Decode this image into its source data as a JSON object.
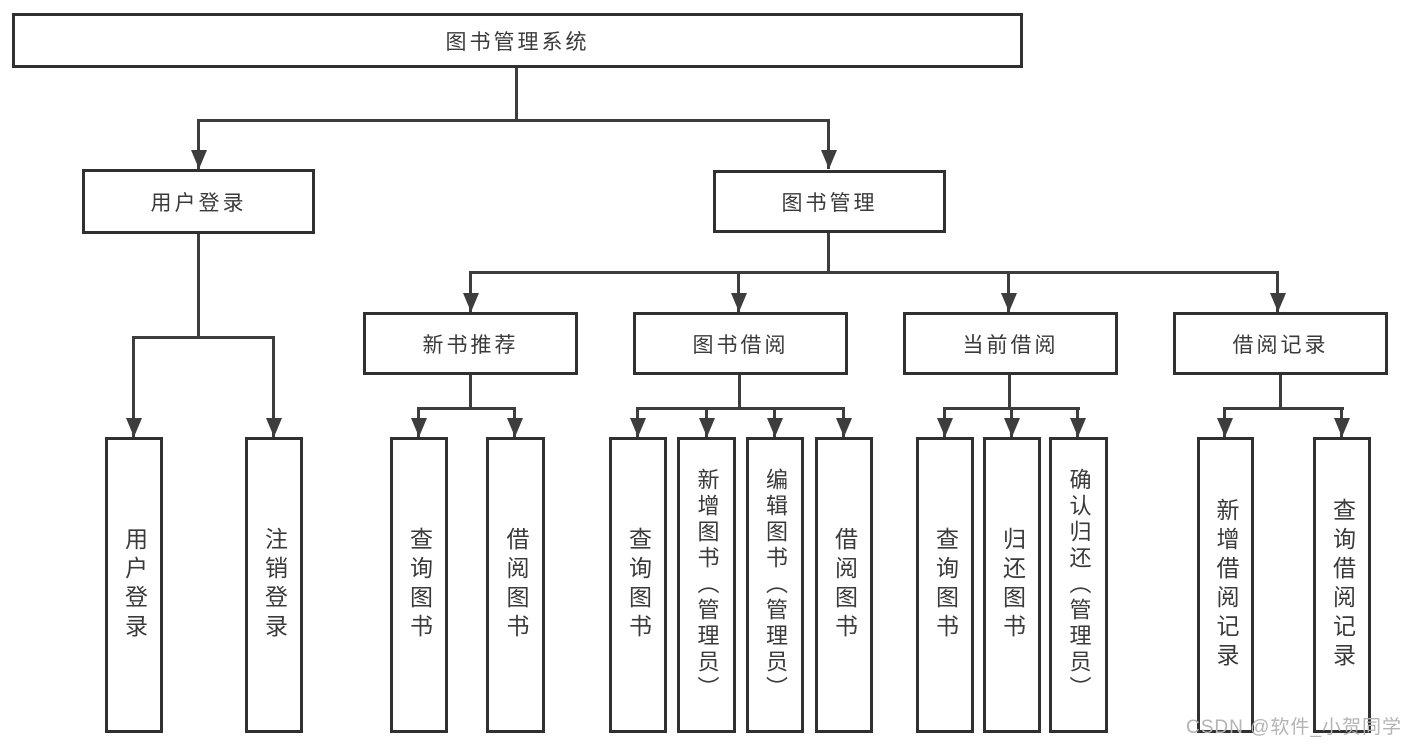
{
  "diagram": {
    "title": "图书管理系统",
    "watermark": "CSDN @软件_小贺同学",
    "colors": {
      "background": "#ffffff",
      "box_border": "#303030",
      "line": "#3d3d3d",
      "text": "#3a3a3a",
      "watermark": "#b4b4b4"
    },
    "nodes": {
      "root": "图书管理系统",
      "level2": [
        "用户登录",
        "图书管理"
      ],
      "level3": [
        "新书推荐",
        "图书借阅",
        "当前借阅",
        "借阅记录"
      ],
      "level4": [
        "用户登录",
        "注销登录",
        "查询图书",
        "借阅图书",
        "查询图书",
        "新增图书（管理员）",
        "编辑图书（管理员）",
        "借阅图书",
        "查询图书",
        "归还图书",
        "确认归还（管理员）",
        "新增借阅记录",
        "查询借阅记录"
      ]
    },
    "hierarchy": {
      "图书管理系统": [
        "用户登录",
        "图书管理"
      ],
      "用户登录": [
        "用户登录",
        "注销登录"
      ],
      "图书管理": [
        "新书推荐",
        "图书借阅",
        "当前借阅",
        "借阅记录"
      ],
      "新书推荐": [
        "查询图书",
        "借阅图书"
      ],
      "图书借阅": [
        "查询图书",
        "新增图书（管理员）",
        "编辑图书（管理员）",
        "借阅图书"
      ],
      "当前借阅": [
        "查询图书",
        "归还图书",
        "确认归还（管理员）"
      ],
      "借阅记录": [
        "新增借阅记录",
        "查询借阅记录"
      ]
    }
  }
}
